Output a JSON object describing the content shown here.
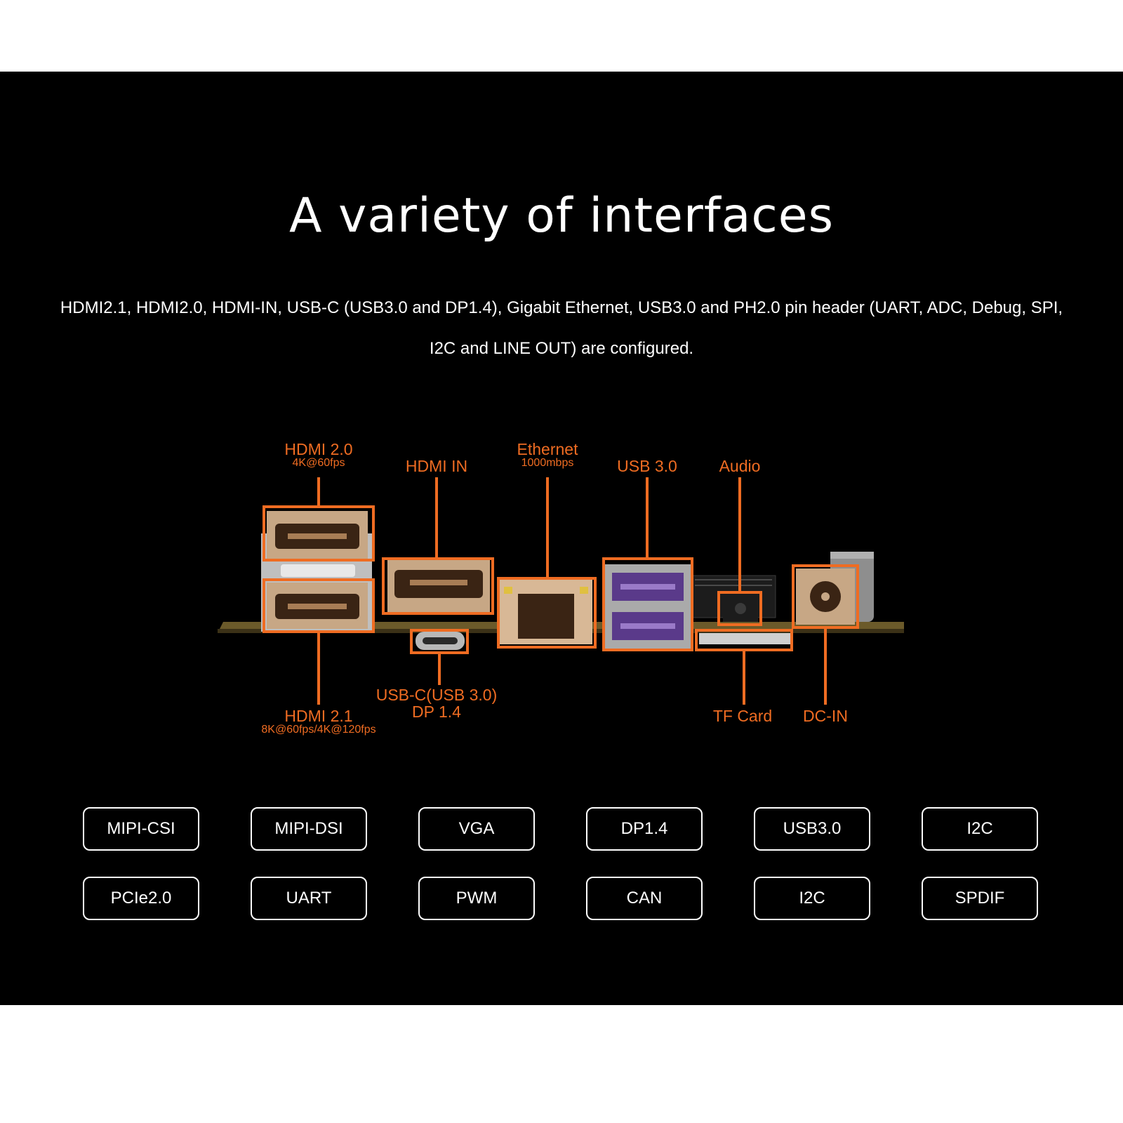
{
  "title": "A variety of interfaces",
  "description_line1": "HDMI2.1, HDMI2.0, HDMI-IN, USB-C (USB3.0 and DP1.4), Gigabit Ethernet, USB3.0 and PH2.0 pin header (UART, ADC, Debug, SPI,",
  "description_line2": "I2C and LINE OUT) are configured.",
  "accent_color": "#ef6c22",
  "ports_top": [
    {
      "name": "HDMI 2.0",
      "sub": "4K@60fps"
    },
    {
      "name": "HDMI IN"
    },
    {
      "name": "Ethernet",
      "sub": "1000mbps"
    },
    {
      "name": "USB 3.0"
    },
    {
      "name": "Audio"
    }
  ],
  "ports_bottom": [
    {
      "name": "HDMI 2.1",
      "sub": "8K@60fps/4K@120fps"
    },
    {
      "name": "USB-C(USB 3.0)",
      "sub": "DP 1.4"
    },
    {
      "name": "TF Card"
    },
    {
      "name": "DC-IN"
    }
  ],
  "interfaces_row1": [
    "MIPI-CSI",
    "MIPI-DSI",
    "VGA",
    "DP1.4",
    "USB3.0",
    "I2C"
  ],
  "interfaces_row2": [
    "PCIe2.0",
    "UART",
    "PWM",
    "CAN",
    "I2C",
    "SPDIF"
  ]
}
